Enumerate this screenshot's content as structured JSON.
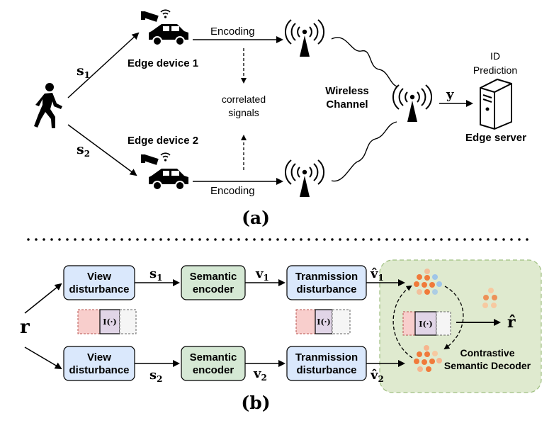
{
  "part_a": {
    "label": "(a)",
    "edge_device_1": "Edge device 1",
    "edge_device_2": "Edge device 2",
    "encoding_top": "Encoding",
    "encoding_bottom": "Encoding",
    "correlated_line1": "correlated",
    "correlated_line2": "signals",
    "wireless_line1": "Wireless",
    "wireless_line2": "Channel",
    "id_line1": "ID",
    "id_line2": "Prediction",
    "edge_server": "Edge server",
    "s1": "s",
    "s1_sub": "1",
    "s2": "s",
    "s2_sub": "2",
    "y": "y"
  },
  "part_b": {
    "label": "(b)",
    "input": "r",
    "output": "r̂",
    "view_dist_1": [
      "View",
      "disturbance"
    ],
    "view_dist_2": [
      "View",
      "disturbance"
    ],
    "sem_enc_1": [
      "Semantic",
      "encoder"
    ],
    "sem_enc_2": [
      "Semantic",
      "encoder"
    ],
    "trans_dist_1": [
      "Tranmission",
      "disturbance"
    ],
    "trans_dist_2": [
      "Tranmission",
      "disturbance"
    ],
    "s1": "s",
    "s1_sub": "1",
    "s2": "s",
    "s2_sub": "2",
    "v1": "v",
    "v1_sub": "1",
    "v2": "v",
    "v2_sub": "2",
    "vhat1": "v̂",
    "vhat1_sub": "1",
    "vhat2": "v̂",
    "vhat2_sub": "2",
    "identity": "I(·)",
    "decoder_line1": "Contrastive",
    "decoder_line2": "Semantic Decoder"
  },
  "colors": {
    "blue_box": "#dae8fc",
    "blue_border": "#6c8ebf",
    "green_box": "#d5e8d4",
    "green_border": "#82b366",
    "decoder_bg": "#dfeacf",
    "pink": "#f8cecc",
    "purple": "#e1d5e7",
    "orange_dot": "#f07a3a"
  }
}
